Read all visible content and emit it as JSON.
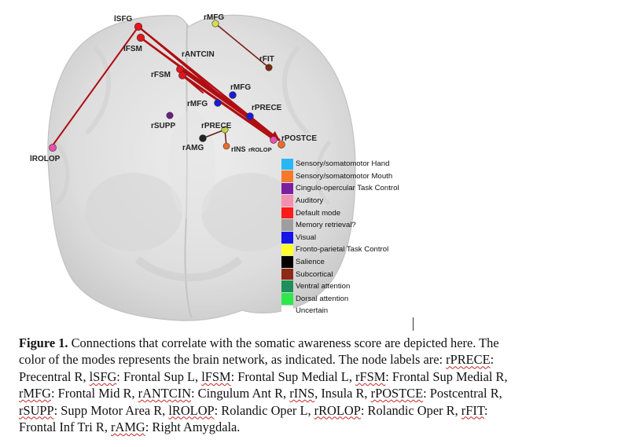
{
  "figure": {
    "nodes": [
      {
        "id": "lSFG",
        "label": "lSFG",
        "color": "#e8141b"
      },
      {
        "id": "lFSM",
        "label": "lFSM",
        "color": "#e8141b"
      },
      {
        "id": "rMFG_top",
        "label": "rMFG",
        "color": "#d4e04a"
      },
      {
        "id": "rANTCIN",
        "label": "rANTCIN",
        "color": "#e8141b"
      },
      {
        "id": "rFIT",
        "label": "rFIT",
        "color": "#7a2a12"
      },
      {
        "id": "rFSM",
        "label": "rFSM",
        "color": "#e8141b"
      },
      {
        "id": "rMFG_mid",
        "label": "rMFG",
        "color": "#1a1adb"
      },
      {
        "id": "rMFG_left",
        "label": "rMFG",
        "color": "#1a1adb"
      },
      {
        "id": "rPRECE",
        "label": "rPRECE",
        "color": "#1a1adb"
      },
      {
        "id": "rSUPP",
        "label": "rSUPP",
        "color": "#6b1f8a"
      },
      {
        "id": "rPRECE2",
        "label": "rPRECE",
        "color": "#c0d648"
      },
      {
        "id": "rAMG",
        "label": "rAMG",
        "color": "#222222"
      },
      {
        "id": "rINS",
        "label": "rINS",
        "color": "#f06a2a"
      },
      {
        "id": "rROLOP",
        "label": "rROLOP",
        "color": "#ee4fae"
      },
      {
        "id": "rPOSTCE",
        "label": "rPOSTCE",
        "color": "#f06a2a"
      },
      {
        "id": "lROLOP",
        "label": "lROLOP",
        "color": "#ee4fae"
      }
    ]
  },
  "legend": {
    "items": [
      {
        "label": "Sensory/somatomotor Hand",
        "color": "#29b6f6"
      },
      {
        "label": "Sensory/somatomotor Mouth",
        "color": "#f4792b"
      },
      {
        "label": "Cingulo-opercular Task Control",
        "color": "#7b1fa2"
      },
      {
        "label": "Auditory",
        "color": "#f48fb1"
      },
      {
        "label": "Default mode",
        "color": "#ff1a1a"
      },
      {
        "label": "Memory retrieval?",
        "color": "#9e9e9e"
      },
      {
        "label": "Visual",
        "color": "#1515e8"
      },
      {
        "label": "Fronto-parietal Task Control",
        "color": "#ffff2a"
      },
      {
        "label": "Salience",
        "color": "#000000"
      },
      {
        "label": "Subcortical",
        "color": "#8b2a15"
      },
      {
        "label": "Ventral attention",
        "color": "#1e8f5a"
      },
      {
        "label": "Dorsal attention",
        "color": "#2ee84a"
      },
      {
        "label": "Uncertain",
        "color": "#ffffff"
      }
    ]
  },
  "caption": {
    "title": "Figure 1.",
    "lines": [
      [
        {
          "t": " Connections that correlate with the somatic awareness score are depicted here. The"
        }
      ],
      [
        {
          "t": "color of the modes represents the brain network, as indicated. The node labels are: "
        },
        {
          "t": "rPRECE",
          "sq": true
        },
        {
          "t": ":"
        }
      ],
      [
        {
          "t": "Precentral R, "
        },
        {
          "t": "lSFG",
          "sq": true
        },
        {
          "t": ": Frontal Sup L, "
        },
        {
          "t": "lFSM",
          "sq": true
        },
        {
          "t": ": Frontal Sup Medial L, "
        },
        {
          "t": "rFSM",
          "sq": true
        },
        {
          "t": ": Frontal Sup Medial R,"
        }
      ],
      [
        {
          "t": "rMFG",
          "sq": true
        },
        {
          "t": ": Frontal Mid R, "
        },
        {
          "t": "rANTCIN",
          "sq": true
        },
        {
          "t": ": Cingulum Ant R, "
        },
        {
          "t": "rINS",
          "sq": true
        },
        {
          "t": ", Insula R, "
        },
        {
          "t": "rPOSTCE",
          "sq": true
        },
        {
          "t": ": Postcentral R,"
        }
      ],
      [
        {
          "t": "rSUPP",
          "sq": true
        },
        {
          "t": ": Supp Motor Area R, "
        },
        {
          "t": "lROLOP",
          "sq": true
        },
        {
          "t": ": Rolandic Oper L, "
        },
        {
          "t": "rROLOP",
          "sq": true
        },
        {
          "t": ": Rolandic Oper R, "
        },
        {
          "t": "rFIT",
          "sq": true
        },
        {
          "t": ":"
        }
      ],
      [
        {
          "t": "Frontal Inf Tri R, "
        },
        {
          "t": "rAMG",
          "sq": true
        },
        {
          "t": ": Right Amygdala."
        }
      ]
    ]
  }
}
